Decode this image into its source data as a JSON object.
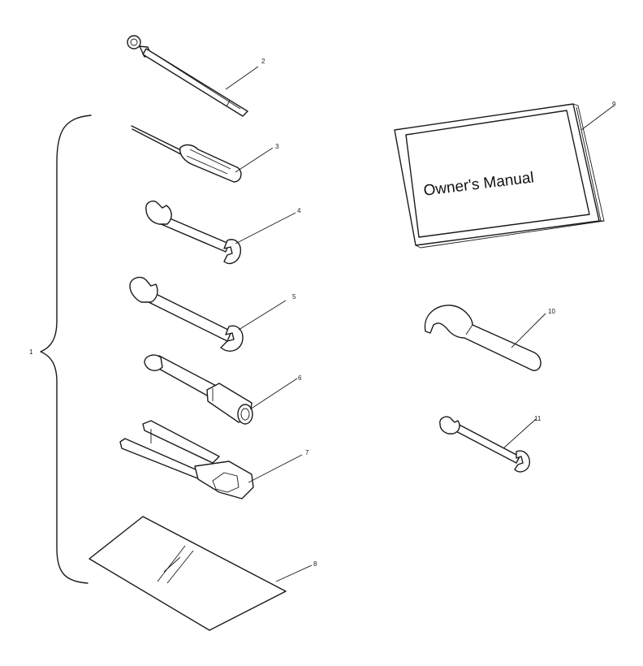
{
  "callouts": {
    "kit": "1",
    "tire_gauge": "2",
    "screwdriver": "3",
    "wrench_small": "4",
    "wrench_large": "5",
    "socket_wrench": "6",
    "plug_tool": "7",
    "tool_bag": "8",
    "manual": "9",
    "spanner_hook": "10",
    "wrench_open": "11"
  },
  "manual": {
    "cover_title": "Owner's Manual"
  }
}
